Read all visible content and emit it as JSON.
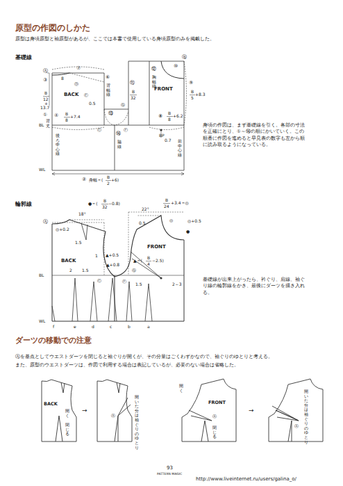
{
  "diagram": {
    "title": "原型の作図のしかた",
    "labels": [
      "原型は身頃原型と袖原型があるが、ここでは本書で使用している身頃原型のみを掲載した。",
      "基礎線",
      "Ⓐ",
      "⑦",
      "8",
      "③",
      "B",
      "12",
      "+",
      "13.7",
      "①",
      "背丈",
      "BL",
      "WL",
      "BACK",
      "Ⓓ",
      "Ⓔ",
      "⑥",
      "背幅線",
      "0.5",
      "④",
      "B",
      "8",
      "+7.4",
      "後ろ中心線",
      "Ⓒ",
      "Ⓖ",
      "⑪",
      "B",
      "32",
      "⑫",
      "胸幅線",
      "Ⓕ",
      "⑬",
      "⑭",
      "脇線",
      "FRONT",
      "⑧",
      "B",
      "8",
      "+6.2",
      "BP",
      "0.7",
      "前中心線",
      "Ⓑ",
      "⑩",
      "⑨",
      "B",
      "5",
      "+8.3",
      "②",
      "身幅＝(",
      "B",
      "2",
      "+6)",
      "身頃の作図は、まず基礎線を引く。各部の寸法を正確にとり、①～⑭の順にかいていく。この順番に作図を進めると早見表の数字も左から順に読み取るようになっている。",
      "輪郭線",
      "●＝(",
      "B",
      "32",
      "−0.8)",
      "18°",
      "Ⓐ",
      "◎+0.2",
      "1.5",
      "BACK",
      "1",
      "▲+0.5",
      "▲+0.8",
      "22°",
      "B",
      "24",
      "+3.4＝◎",
      "◎",
      "●",
      "◎+0.5",
      "0.5",
      "FRONT",
      "▲＝(",
      "B",
      "4",
      "−2.5)",
      "BL",
      "2",
      "1.5",
      "Ⓒ",
      "Ⓖ",
      "Ⓕ",
      "1.5",
      "2～3",
      "WL",
      "f",
      "e",
      "d",
      "c",
      "b",
      "a",
      "基礎線が出来上がったら、衿ぐり、肩線、袖ぐり線の輪郭線をかき、最後にダーツを描き入れる。",
      "ダーツの移動での注意",
      "Ⓐを基点としてウエストダーツを閉じると袖ぐりが開くが、その分量はごくわずかなので、袖ぐりのゆとりと考える。",
      "また、原型のウエストダーツは、作図で利用する場合は表記しているが、必要のない場合は省略した。",
      "BACK",
      "開く",
      "閉じる",
      "→",
      "Ⓐ",
      "開いた分は袖ぐりのゆとり",
      "開く",
      "FRONT",
      "Ⓐ",
      "閉じる",
      "→",
      "開いた分は袖ぐりのゆとり",
      "Ⓐ",
      "93",
      "PATTERN MAGIC",
      "http://www.liveinternet.ru/users/galina_o/"
    ]
  }
}
